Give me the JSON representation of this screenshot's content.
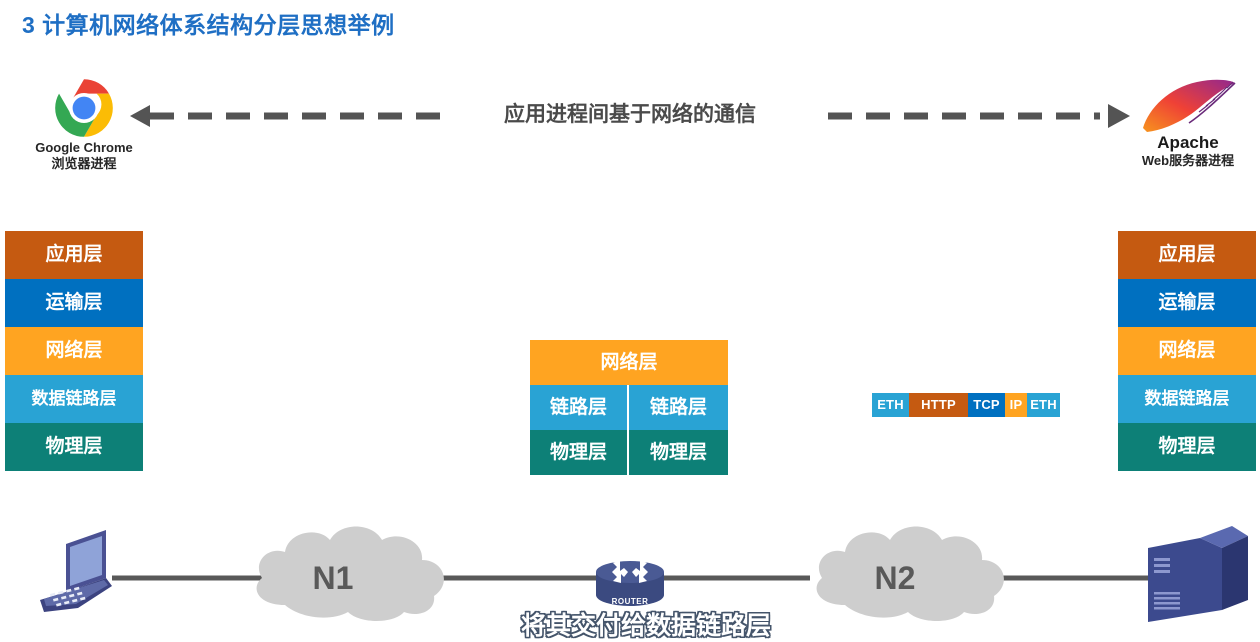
{
  "slide": {
    "title": "3 计算机网络体系结构分层思想举例",
    "title_color": "#1f6fc4"
  },
  "communication": {
    "label": "应用进程间基于网络的通信",
    "arrow_color": "#545454",
    "style": "bidirectional-dashed"
  },
  "endpoints": {
    "client": {
      "icon": "google-chrome-icon",
      "name": "Google Chrome",
      "role": "浏览器进程"
    },
    "server": {
      "icon": "apache-feather-icon",
      "name": "Apache",
      "role": "Web服务器进程"
    }
  },
  "stacks": {
    "host_left": {
      "layers": [
        {
          "label": "应用层",
          "color": "#c55a11"
        },
        {
          "label": "运输层",
          "color": "#0070c0"
        },
        {
          "label": "网络层",
          "color": "#ffa421"
        },
        {
          "label": "数据链路层",
          "color": "#29a3d4"
        },
        {
          "label": "物理层",
          "color": "#0d8077"
        }
      ]
    },
    "host_right": {
      "layers": [
        {
          "label": "应用层",
          "color": "#c55a11"
        },
        {
          "label": "运输层",
          "color": "#0070c0"
        },
        {
          "label": "网络层",
          "color": "#ffa421"
        },
        {
          "label": "数据链路层",
          "color": "#29a3d4"
        },
        {
          "label": "物理层",
          "color": "#0d8077"
        }
      ]
    },
    "router": {
      "network_layer": {
        "label": "网络层",
        "color": "#ffa421"
      },
      "link_layers": [
        {
          "label": "链路层",
          "color": "#29a3d4"
        },
        {
          "label": "链路层",
          "color": "#29a3d4"
        }
      ],
      "physical_layers": [
        {
          "label": "物理层",
          "color": "#0d8077"
        },
        {
          "label": "物理层",
          "color": "#0d8077"
        }
      ]
    }
  },
  "packet": {
    "fields": [
      {
        "label": "ETH",
        "color": "#29a3d4",
        "width": 37
      },
      {
        "label": "HTTP",
        "color": "#c55a11",
        "width": 59
      },
      {
        "label": "TCP",
        "color": "#0070c0",
        "width": 37
      },
      {
        "label": "IP",
        "color": "#ffa421",
        "width": 22
      },
      {
        "label": "ETH",
        "color": "#29a3d4",
        "width": 33
      }
    ]
  },
  "network": {
    "nodes": [
      {
        "name": "laptop-icon",
        "label": ""
      },
      {
        "name": "cloud-n1",
        "label": "N1"
      },
      {
        "name": "router-icon",
        "label": "ROUTER"
      },
      {
        "name": "cloud-n2",
        "label": "N2"
      },
      {
        "name": "server-icon",
        "label": ""
      }
    ],
    "cloud_color": "#cecece",
    "link_color": "#595959"
  },
  "bottom_caption": {
    "text": "将其交付给数据链路层"
  }
}
